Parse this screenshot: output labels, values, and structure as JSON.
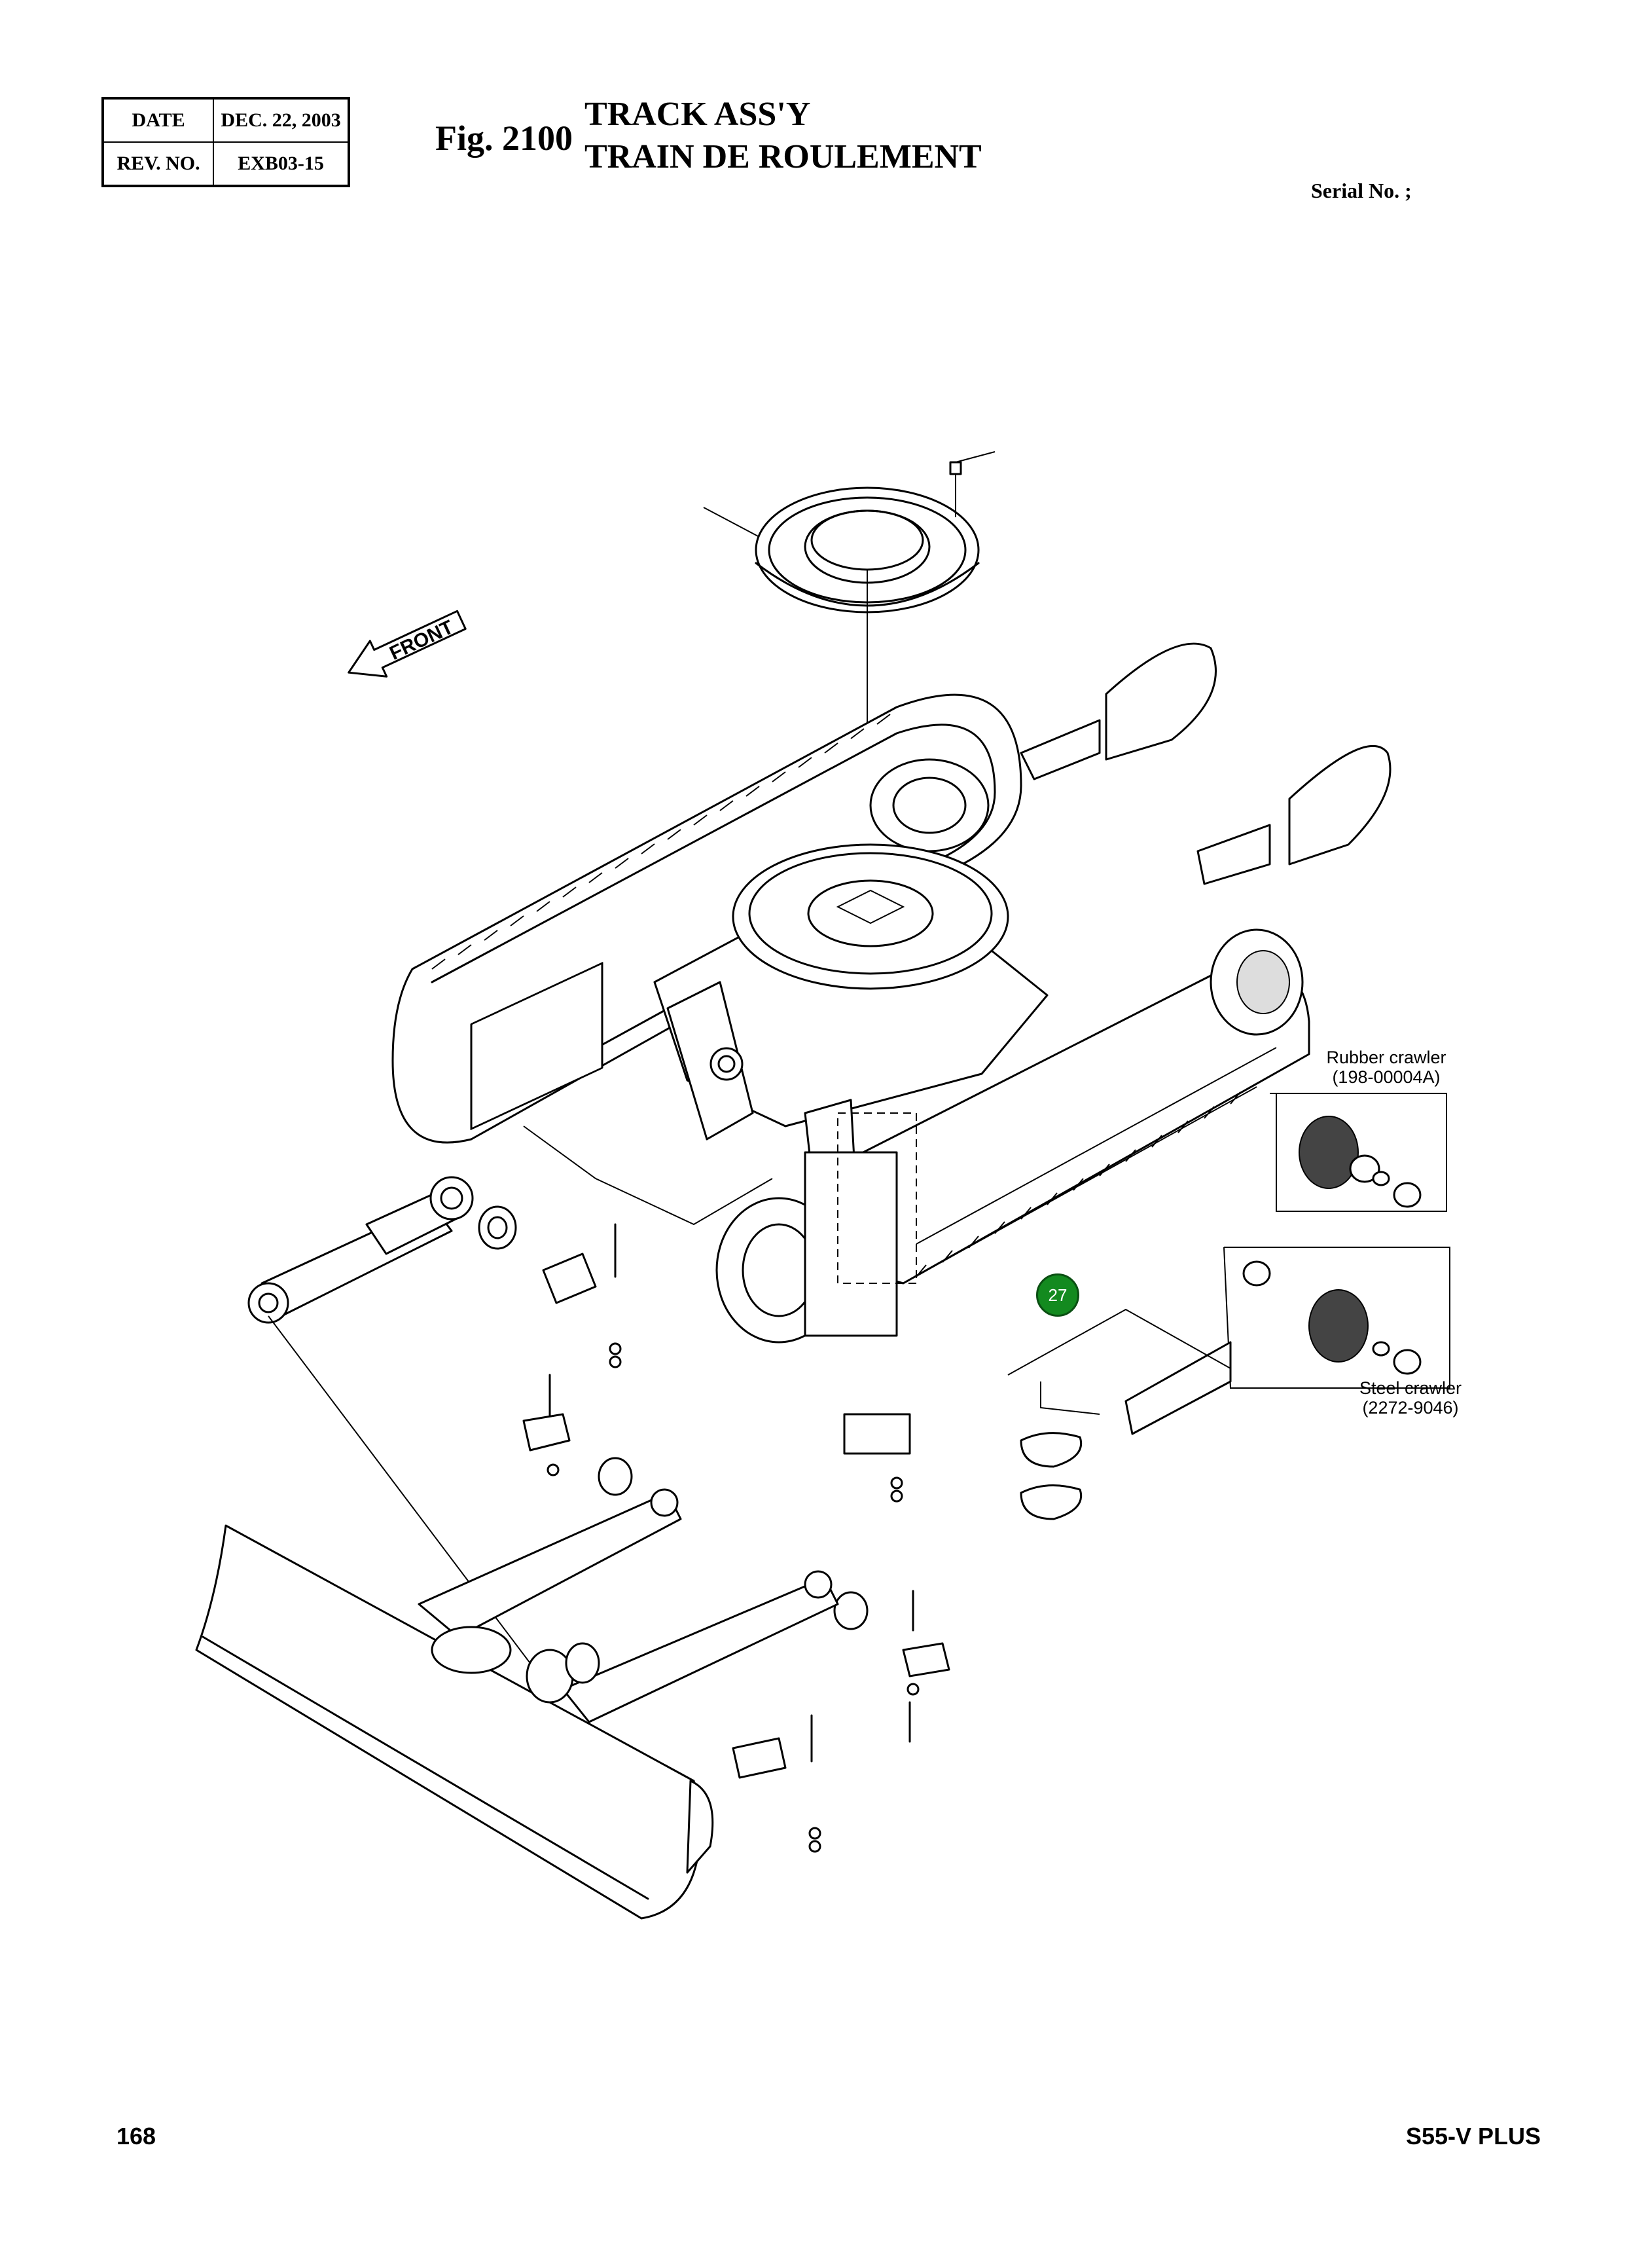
{
  "header": {
    "date_label": "DATE",
    "date_value": "DEC. 22, 2003",
    "rev_label": "REV. NO.",
    "rev_value": "EXB03-15",
    "fig_number": "Fig. 2100",
    "title_en": "TRACK ASS'Y",
    "title_fr": "TRAIN DE ROULEMENT",
    "serial": "Serial No. ;"
  },
  "diagram": {
    "front_label": "FRONT",
    "rubber_crawler": "Rubber crawler",
    "rubber_crawler_pn": "(198-00004A)",
    "steel_crawler": "Steel crawler",
    "steel_crawler_pn": "(2272-9046)",
    "highlight_callout": "27"
  },
  "footer": {
    "page_number": "168",
    "model": "S55-V PLUS"
  }
}
